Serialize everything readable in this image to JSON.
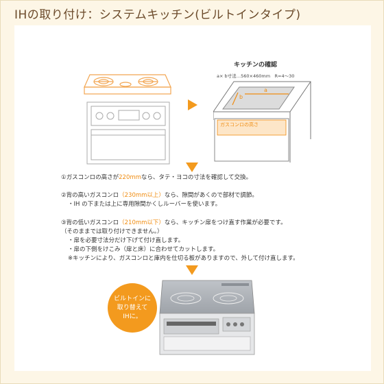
{
  "title": "IHの取り付け：システムキッチン(ビルトインタイプ)",
  "kitchen_check": {
    "title": "キッチンの確認",
    "spec": "a× b寸法…560×460mm　R=4～30",
    "label_a": "a",
    "label_b": "b",
    "label_height": "ガスコンロの高さ"
  },
  "instructions": {
    "item1": {
      "pre": "①ガスコンロの高さが",
      "hl": "220mm",
      "post": "なら、タテ・ヨコの寸法を確認して交換。"
    },
    "item2": {
      "pre": "②背の高いガスコンロ",
      "hl": "（230mm以上）",
      "post": "なら、隙間があくので部材で調節。"
    },
    "item2_sub": "・IH の下または上に専用隙間かくしルーバーを使います。",
    "item3": {
      "pre": "③背の低いガスコンロ",
      "hl": "（210mm以下）",
      "post": "なら、キッチン扉をつけ直す作業が必要です。"
    },
    "item3_note": "（そのままでは取り付けできません。）",
    "item3_sub1": "・扉を必要寸法分だけ下げて付け直します。",
    "item3_sub2": "・扉の下側をけこみ（扉と床）に合わせてカットします。",
    "item3_sub3": "※キッチンにより、ガスコンロと庫内を仕切る板がありますので、外して付け直します。"
  },
  "badge": {
    "line1": "ビルトインに",
    "line2": "取り替えて",
    "line3": "IHに。"
  },
  "colors": {
    "accent": "#f39a1e",
    "title": "#6b4a2a",
    "background": "#fdf6e6"
  }
}
